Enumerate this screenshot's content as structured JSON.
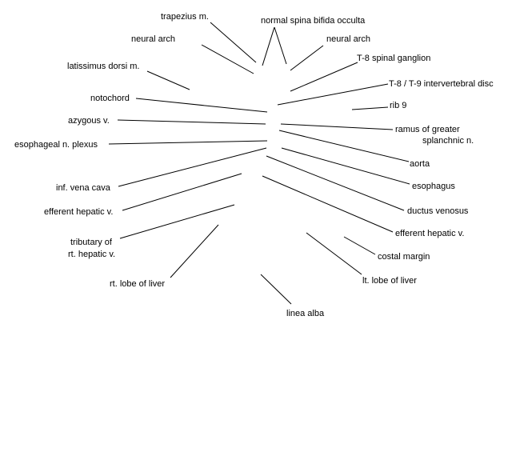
{
  "labels": {
    "trapezius": "trapezius m.",
    "spina_bifida": "normal spina bifida occulta",
    "neural_arch_left": "neural arch",
    "neural_arch_right": "neural arch",
    "t8_ganglion": "T-8 spinal ganglion",
    "latissimus": "latissimus dorsi m.",
    "intervertebral_disc": "T-8 / T-9 intervertebral disc",
    "notochord": "notochord",
    "rib9": "rib 9",
    "azygous": "azygous v.",
    "ramus_line1": "ramus of greater",
    "ramus_line2": "splanchnic n.",
    "esophageal_plexus": "esophageal n. plexus",
    "aorta": "aorta",
    "ivc": "inf. vena cava",
    "esophagus": "esophagus",
    "efferent_hepatic_left": "efferent hepatic v.",
    "ductus_venosus": "ductus venosus",
    "efferent_hepatic_right": "efferent hepatic v.",
    "tributary_line1": "tributary of",
    "tributary_line2": "rt. hepatic v.",
    "costal_margin": "costal margin",
    "rt_lobe": "rt. lobe of liver",
    "lt_lobe": "lt. lobe of liver",
    "linea_alba": "linea alba"
  }
}
